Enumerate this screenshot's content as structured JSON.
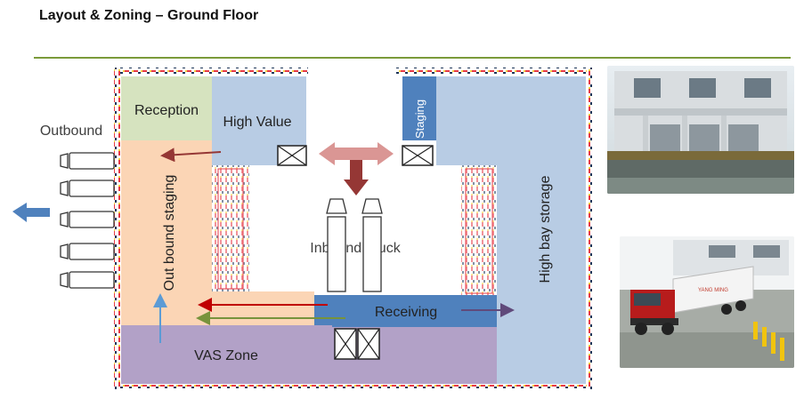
{
  "header": {
    "title": "Layout & Zoning – Ground Floor"
  },
  "zones": {
    "reception": "Reception",
    "high_value": "High Value",
    "staging": "Staging",
    "outbound_staging": "Out bound staging",
    "high_bay_storage": "High bay storage",
    "receiving": "Receiving",
    "vas_zone": "VAS Zone",
    "inbound_truck": "Inbound Truck",
    "outbound": "Outbound"
  },
  "colors": {
    "reception": "#d6e3bf",
    "high_value": "#b8cce4",
    "staging": "#4f81bd",
    "outbound_staging": "#fbd5b5",
    "high_bay_storage": "#b8cce4",
    "receiving": "#4f81bd",
    "vas_zone": "#b2a1c7",
    "outbound_arrow": "#4f81bd",
    "flow_red": "#c00000",
    "flow_green": "#77933c",
    "flow_purple": "#604a7b",
    "flow_brown": "#953735",
    "dock_arrow": "#da9694"
  },
  "icons": [
    "truck-icon",
    "dock-door-icon",
    "arrow-icon"
  ],
  "photos": [
    {
      "name": "warehouse-dock-photo",
      "description": "warehouse building with loading docks"
    },
    {
      "name": "truck-at-dock-photo",
      "description": "container truck at loading dock"
    }
  ]
}
